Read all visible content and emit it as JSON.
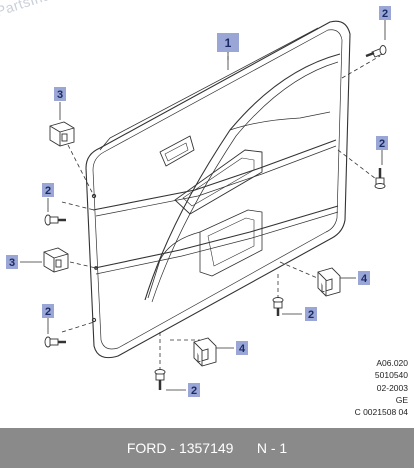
{
  "watermark": "PartsIndex",
  "callouts": {
    "panel": "1",
    "screw_top_right": "2",
    "screw_right": "2",
    "screw_left_upper": "2",
    "screw_left_lower": "2",
    "screw_middle": "2",
    "screw_bottom": "2",
    "clip_upper_left": "3",
    "clip_middle_left": "3",
    "retainer_right": "4",
    "retainer_bottom": "4"
  },
  "reference": {
    "line1": "A06.020",
    "line2": "5010540",
    "line3": "02-2003",
    "line4": "GE",
    "line5": "C 0021508 04"
  },
  "footer": {
    "brand": "FORD",
    "separator": " - ",
    "part_number": "1357149",
    "quantity": "N - 1"
  },
  "colors": {
    "callout_box": "#9aa7d6",
    "callout_text": "#1a2a66",
    "line": "#333333",
    "footer_bg": "#8a8a8a"
  }
}
